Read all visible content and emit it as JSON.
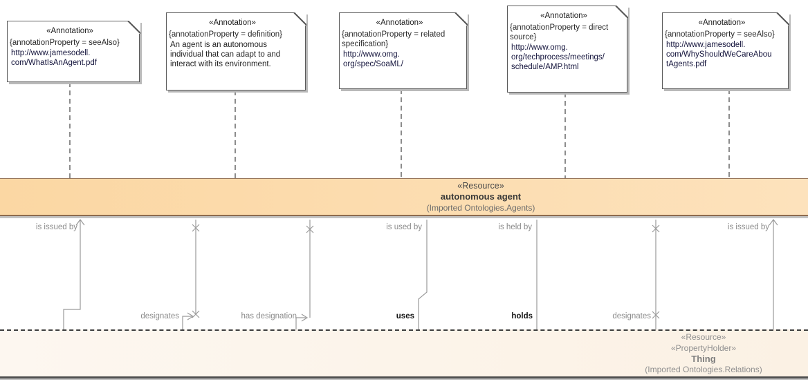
{
  "diagram_type": "ontology-annotation-diagram",
  "notes": [
    {
      "stereotype": "«Annotation»",
      "property": "{annotationProperty = seeAlso}",
      "body": "http://www.jamesodell.\ncom/WhatIsAnAgent.pdf"
    },
    {
      "stereotype": "«Annotation»",
      "property": "{annotationProperty = definition}",
      "body": "An agent is an autonomous\nindividual that can adapt to and\ninteract with its environment."
    },
    {
      "stereotype": "«Annotation»",
      "property": "{annotationProperty = related\nspecification}",
      "body": "http://www.omg.\norg/spec/SoaML/"
    },
    {
      "stereotype": "«Annotation»",
      "property": "{annotationProperty = direct\nsource}",
      "body": "http://www.omg.\norg/techprocess/meetings/\nschedule/AMP.html"
    },
    {
      "stereotype": "«Annotation»",
      "property": "{annotationProperty = seeAlso}",
      "body": "http://www.jamesodell.\ncom/WhyShouldWeCareAbou\ntAgents.pdf"
    }
  ],
  "agent_bar": {
    "stereotype": "«Resource»",
    "name": "autonomous agent",
    "package": "(Imported Ontologies.Agents)"
  },
  "thing_bar": {
    "stereotype1": "«Resource»",
    "stereotype2": "«PropertyHolder»",
    "name": "Thing",
    "package": "(Imported Ontologies.Relations)"
  },
  "edge_labels": {
    "top": [
      "is issued by",
      "is used by",
      "is held by",
      "is issued by"
    ],
    "bottom": [
      "designates",
      "has designation",
      "uses",
      "holds",
      "designates"
    ]
  },
  "colors": {
    "agent_bar_fill": "#fbd7a3",
    "agent_bar_border": "#8d6b4e",
    "thing_bar_fill": "#fdf6ee",
    "note_border": "#5a5a5a",
    "connector_gray": "#9a9a9a",
    "label_gray": "#8a8a8a"
  }
}
